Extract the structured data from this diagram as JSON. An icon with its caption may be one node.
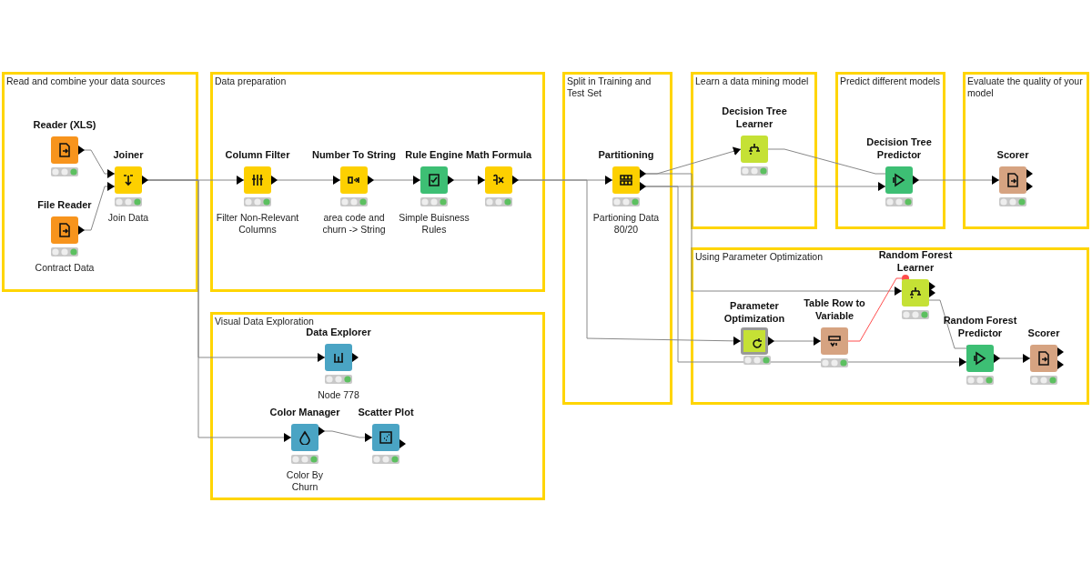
{
  "diagram": {
    "nodes": [
      {
        "text": [
          "Read and combine your data sources"
        ]
      },
      {
        "text": [
          "Reader (XLS)"
        ],
        "in": 0
      },
      {
        "text": [
          "Joiner",
          "Join Data"
        ],
        "in": 0
      },
      {
        "text": [
          "File Reader",
          "Contract Data"
        ],
        "in": 0
      },
      {
        "text": [
          "Data preparation"
        ]
      },
      {
        "text": [
          "Column Filter",
          "Filter Non-Relevant Columns"
        ],
        "in": 4
      },
      {
        "text": [
          "Number To String",
          "area code and churn -> String"
        ],
        "in": 4
      },
      {
        "text": [
          "Rule Engine",
          "Simple Buisness Rules"
        ],
        "in": 4
      },
      {
        "text": [
          "Math Formula"
        ],
        "in": 4
      },
      {
        "text": [
          "Split in Training and Test Set"
        ]
      },
      {
        "text": [
          "Partitioning",
          "Partioning Data 80/20"
        ],
        "in": 9
      },
      {
        "text": [
          "Learn a data mining model"
        ]
      },
      {
        "text": [
          "Decision Tree Learner"
        ],
        "in": 11
      },
      {
        "text": [
          "Predict different models"
        ]
      },
      {
        "text": [
          "Decision Tree Predictor"
        ],
        "in": 13
      },
      {
        "text": [
          "Evaluate the quality of your model"
        ]
      },
      {
        "text": [
          "Scorer"
        ],
        "in": 15
      },
      {
        "text": [
          "Using Parameter Optimization"
        ]
      },
      {
        "text": [
          "Random Forest Learner"
        ],
        "in": 17
      },
      {
        "text": [
          "Parameter Optimization"
        ],
        "in": 17
      },
      {
        "text": [
          "Table Row to Variable"
        ],
        "in": 17
      },
      {
        "text": [
          "Random Forest Predictor"
        ],
        "in": 17
      },
      {
        "text": [
          "Scorer"
        ],
        "in": 17
      },
      {
        "text": [
          "Visual Data Exploration"
        ]
      },
      {
        "text": [
          "Data Explorer",
          "Node 778"
        ],
        "in": 23
      },
      {
        "text": [
          "Color Manager",
          "Color By Churn"
        ],
        "in": 23
      },
      {
        "text": [
          "Scatter Plot"
        ],
        "in": 23
      }
    ],
    "edges": [
      {
        "from": 1,
        "to": 2,
        "arrow": "to"
      },
      {
        "from": 3,
        "to": 2,
        "arrow": "to"
      },
      {
        "from": 2,
        "to": 5,
        "arrow": "to"
      },
      {
        "from": 5,
        "to": 6,
        "arrow": "to"
      },
      {
        "from": 6,
        "to": 7,
        "arrow": "to"
      },
      {
        "from": 7,
        "to": 8,
        "arrow": "to"
      },
      {
        "from": 8,
        "to": 10,
        "arrow": "to"
      },
      {
        "from": 10,
        "to": 12,
        "arrow": "to"
      },
      {
        "from": 10,
        "to": 14,
        "arrow": "to"
      },
      {
        "from": 12,
        "to": 14,
        "arrow": "other"
      },
      {
        "from": 14,
        "to": 16,
        "arrow": "to"
      },
      {
        "from": 2,
        "to": 24,
        "arrow": "to"
      },
      {
        "from": 2,
        "to": 25,
        "arrow": "to"
      },
      {
        "from": 25,
        "to": 26,
        "arrow": "to"
      },
      {
        "from": 8,
        "to": 19,
        "arrow": "to"
      },
      {
        "from": 10,
        "to": 18,
        "arrow": "to"
      },
      {
        "from": 10,
        "to": 21,
        "arrow": "to"
      },
      {
        "from": 19,
        "to": 20,
        "arrow": "to"
      },
      {
        "from": 20,
        "to": 18,
        "arrow": "other",
        "color": "#ff4d4d"
      },
      {
        "from": 18,
        "to": 21,
        "arrow": "other"
      },
      {
        "from": 21,
        "to": 22,
        "arrow": "to"
      }
    ]
  }
}
